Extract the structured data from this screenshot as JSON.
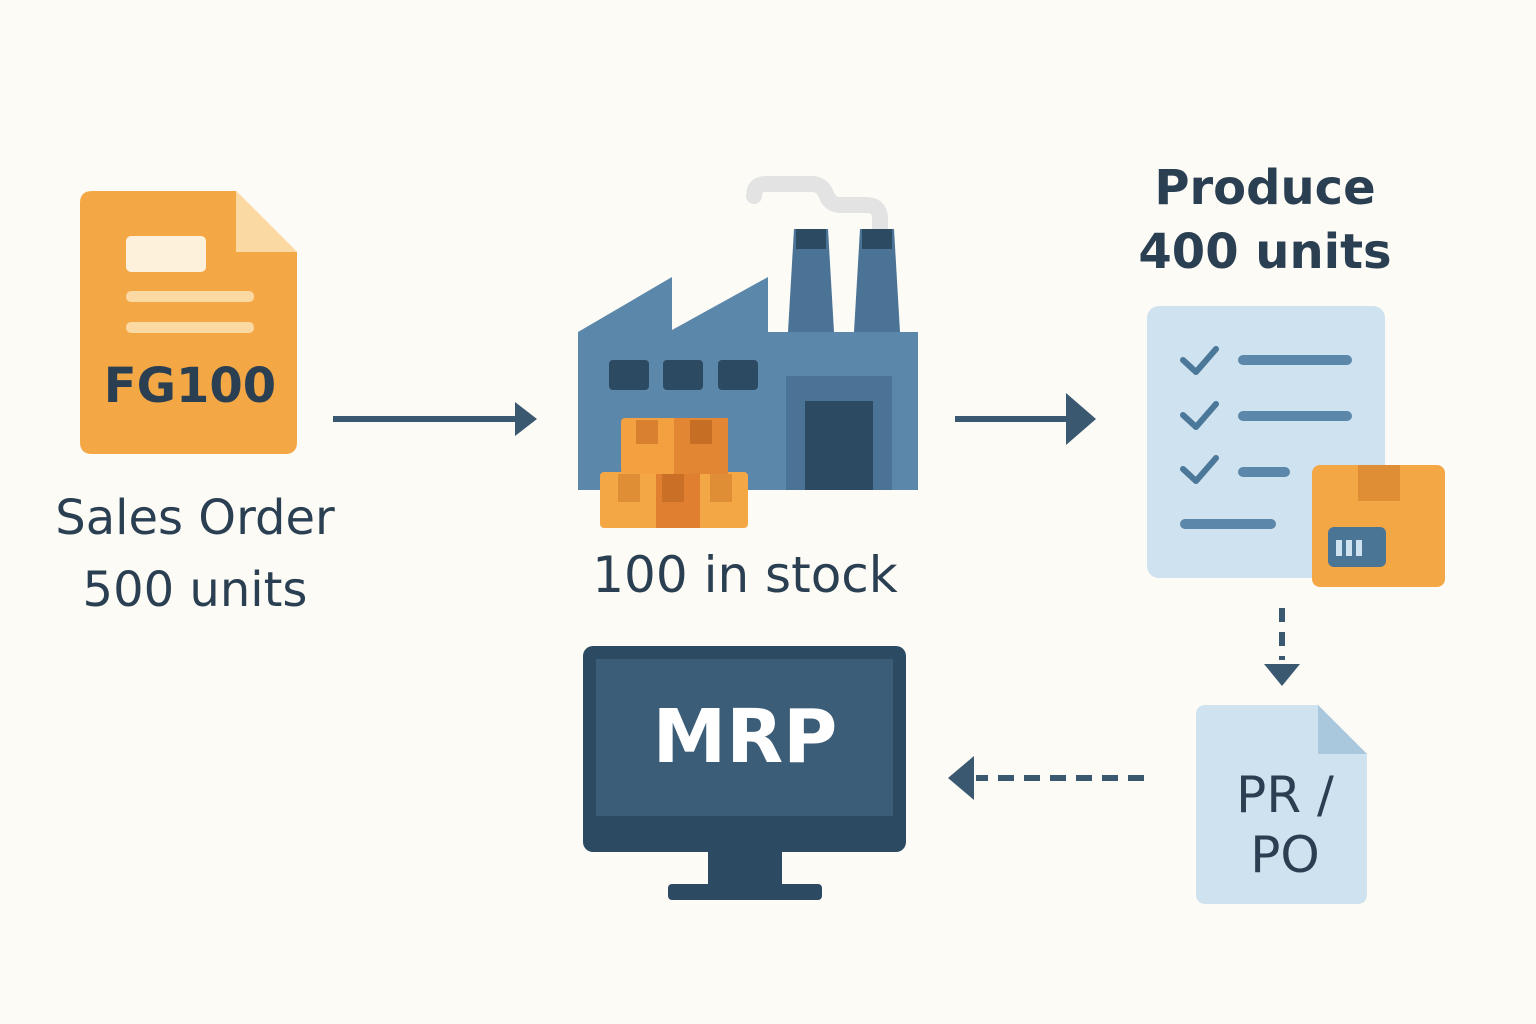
{
  "sales_order": {
    "code": "FG100",
    "title": "Sales Order",
    "quantity": "500 units"
  },
  "factory": {
    "stock": "100 in stock"
  },
  "production": {
    "line1": "Produce",
    "line2": "400 units"
  },
  "purchase": {
    "line1": "PR /",
    "line2": "PO"
  },
  "system": {
    "name": "MRP"
  },
  "icons": [
    "document-icon",
    "factory-icon",
    "boxes-icon",
    "checklist-icon",
    "package-icon",
    "monitor-icon"
  ],
  "colors": {
    "background": "#fcfbf6",
    "orange": "#f4a845",
    "steel_blue": "#5b87aa",
    "navy": "#2c4a62",
    "pale_blue": "#cfe2ef",
    "text": "#2b3f52"
  }
}
